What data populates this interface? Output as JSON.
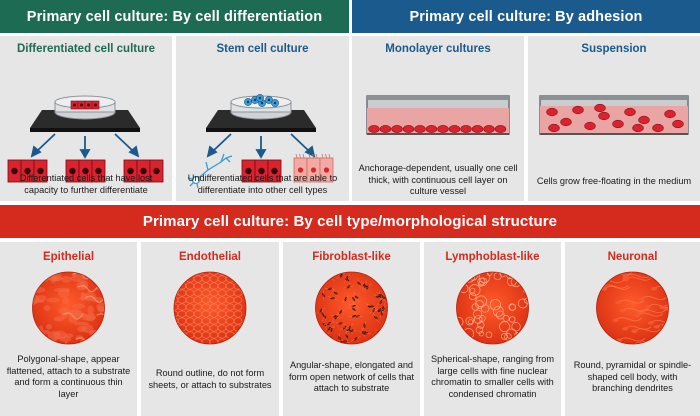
{
  "colors": {
    "green": "#1e6b54",
    "blue": "#1a5a8c",
    "red": "#d52b1e",
    "panel": "#e6e6e6",
    "cell_red": "#d9232e",
    "cell_pink": "#f3aaa4",
    "stem_blue": "#3a9bd5"
  },
  "differentiation": {
    "banner": "Primary cell culture: By cell differentiation",
    "differentiated": {
      "title": "Differentiated cell culture",
      "desc": "Differentiated cells that have lost capacity to further differentiate"
    },
    "stem": {
      "title": "Stem cell culture",
      "desc": "Undifferentiated cells that are able to differentiate into other cell types"
    }
  },
  "adhesion": {
    "banner": "Primary cell culture: By adhesion",
    "monolayer": {
      "title": "Monolayer cultures",
      "desc": "Anchorage-dependent, usually one cell thick, with continuous cell layer on culture vessel"
    },
    "suspension": {
      "title": "Suspension",
      "desc": "Cells grow free-floating in the medium"
    }
  },
  "morphology": {
    "banner": "Primary cell culture: By cell type/morphological structure",
    "types": [
      {
        "title": "Epithelial",
        "desc": "Polygonal-shape, appear flattened, attach to a substrate and form a continuous thin layer",
        "pattern": "epithelial"
      },
      {
        "title": "Endothelial",
        "desc": "Round outline, do not form sheets, or attach to substrates",
        "pattern": "endothelial"
      },
      {
        "title": "Fibroblast-like",
        "desc": "Angular-shape, elongated and form open network of cells that attach to substrate",
        "pattern": "fibroblast"
      },
      {
        "title": "Lymphoblast-like",
        "desc": "Spherical-shape, ranging from large cells with fine nuclear chromatin to smaller cells with condensed chromatin",
        "pattern": "lymphoblast"
      },
      {
        "title": "Neuronal",
        "desc": "Round, pyramidal or spindle-shaped cell body, with branching dendrites",
        "pattern": "neuronal"
      }
    ]
  }
}
